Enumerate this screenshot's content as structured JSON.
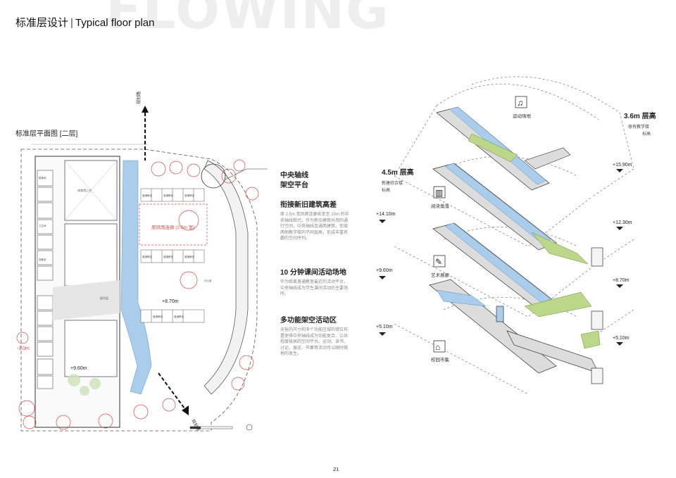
{
  "watermark": "FLOWING",
  "header": {
    "title_cn": "标准层设计",
    "separator": "|",
    "title_en": "Typical floor plan"
  },
  "plan": {
    "title": "标准层平面图 [二层]",
    "north_path": "规划路",
    "south_path": "规划路",
    "rain_corridor": "原风雨连廊 (2.5m 宽)",
    "level_a": "+8.70m",
    "level_b": "+9.60m",
    "level_c": "-3.0m",
    "rooms": [
      "体育馆上空",
      "架空层",
      "普通教室",
      "普通教室",
      "普通教室",
      "普通教室",
      "普通教室",
      "普通教室",
      "普通教室",
      "普通教室",
      "办公室",
      "准备室",
      "卫生间",
      "楼梯间"
    ]
  },
  "axis_callout": {
    "line1": "中央轴线",
    "line2": "架空平台"
  },
  "sections": [
    {
      "heading": "衔接新旧建筑高差",
      "body": "原 2.5m 宽风雨连廊拓宽至 10m 的中央轴线取代。作为新旧建筑共用的通行空间，中央轴线连通两建筑，衔接两侧教学楼的不同层高，形成丰富有趣的空间序列。"
    },
    {
      "heading": "10 分钟课间活动场地",
      "body": "作为距离普通教室最近的活动平台，中央轴线成为学生课间活动的主要场所。"
    },
    {
      "heading": "多功能架空活动区",
      "body": "充裕的尺寸和多个功能区域的错位布置使得中央轴线成为功能复合、公共程度极高的空间平台。运动、读书、讨论、展览、市集等活动可以随时随地的发生。"
    }
  ],
  "axo": {
    "left_height": "4.5m 层高",
    "left_sub1": "新建综合楼",
    "left_sub2": "标高",
    "right_height": "3.6m 层高",
    "right_sub1": "原有教学楼",
    "right_sub2": "标高",
    "levels_left": [
      "+14.10m",
      "+9.60m",
      "+5.10m"
    ],
    "levels_right": [
      "+15.90m",
      "+12.30m",
      "+8.70m",
      "+5.10m"
    ],
    "activities": [
      {
        "label": "运动场地",
        "icon": "music-note-icon",
        "glyph": "♫"
      },
      {
        "label": "阅读角落",
        "icon": "book-icon",
        "glyph": "▥"
      },
      {
        "label": "艺术展廊",
        "icon": "palette-icon",
        "glyph": "✎"
      },
      {
        "label": "校园市集",
        "icon": "market-stall-icon",
        "glyph": "⌂"
      }
    ]
  },
  "page_number": "21",
  "colors": {
    "axis_blue": "#a9cdea",
    "tree_red": "#d94a4a",
    "green": "#bcd68a",
    "gray_plan": "#d9d9d9"
  }
}
